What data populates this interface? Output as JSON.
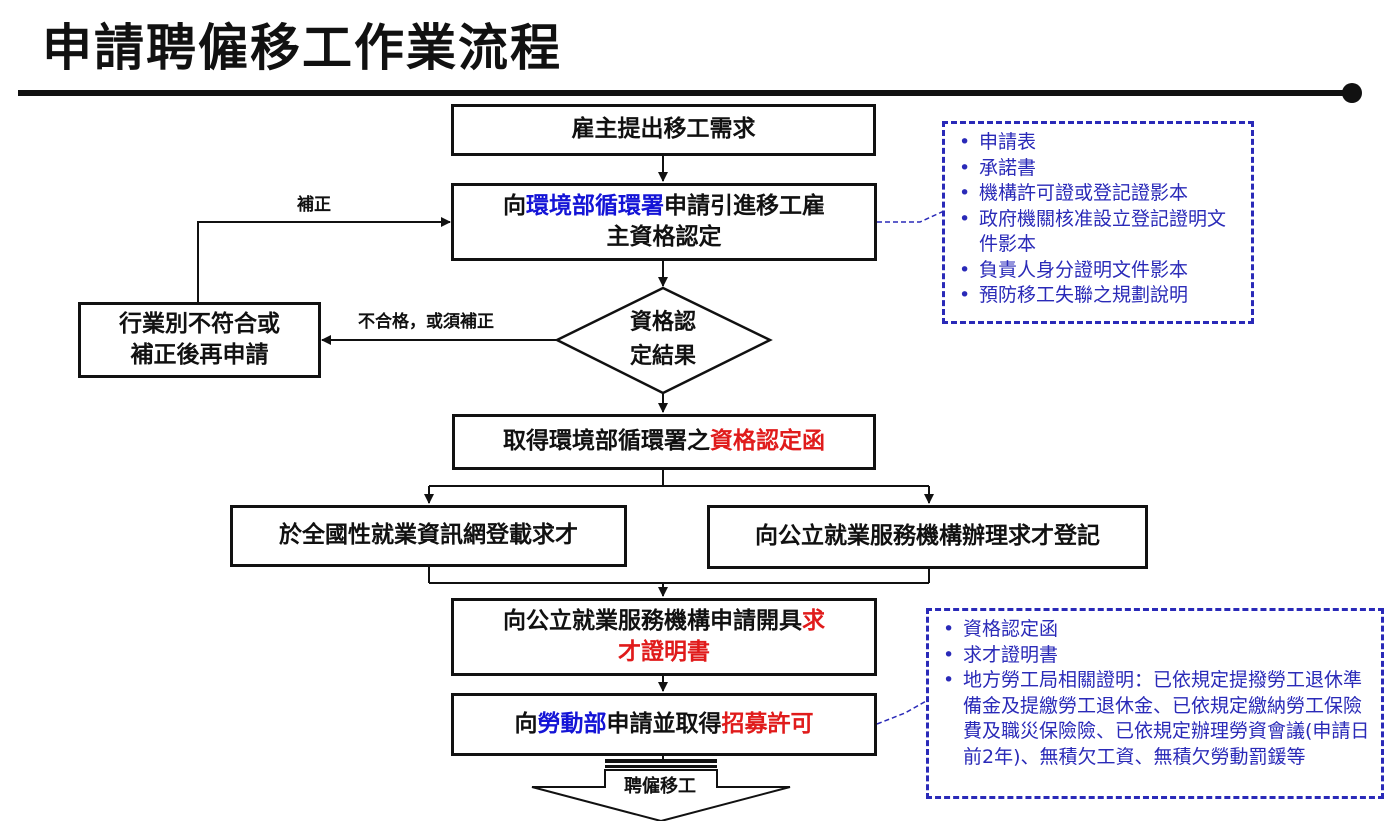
{
  "title": "申請聘僱移工作業流程",
  "steps": {
    "s1": "雇主提出移工需求",
    "s2_pre": "向",
    "s2_org": "環境部循環署",
    "s2_post": "申請引進移工雇",
    "s2_line2": "主資格認定",
    "decision_line1": "資格認",
    "decision_line2": "定結果",
    "reject_line1": "行業別不符合或",
    "reject_line2": "補正後再申請",
    "s3_pre": "取得環境部循環署之",
    "s3_em": "資格認定函",
    "s4a": "於全國性就業資訊網登載求才",
    "s4b": "向公立就業服務機構辦理求才登記",
    "s5_pre": "向公立就業服務機構申請開具",
    "s5_em1": "求",
    "s5_em2": "才證明書",
    "s6_pre": "向",
    "s6_org": "勞動部",
    "s6_mid": "申請並取得",
    "s6_em": "招募許可",
    "final": "聘僱移工"
  },
  "labels": {
    "correction": "補正",
    "fail": "不合格，或須補正"
  },
  "notes1": [
    "申請表",
    "承諾書",
    "機構許可證或登記證影本",
    "政府機關核准設立登記證明文件影本",
    "負責人身分證明文件影本",
    "預防移工失聯之規劃說明"
  ],
  "notes2": [
    "資格認定函",
    "求才證明書",
    "地方勞工局相關證明：已依規定提撥勞工退休準備金及提繳勞工退休金、已依規定繳納勞工保險費及職災保險險、已依規定辦理勞資會議(申請日前2年)、無積欠工資、無積欠勞動罰鍰等"
  ],
  "colors": {
    "org_blue": "#1414d6",
    "emphasis_red": "#e01b1b",
    "note_border": "#2a2ab8"
  }
}
